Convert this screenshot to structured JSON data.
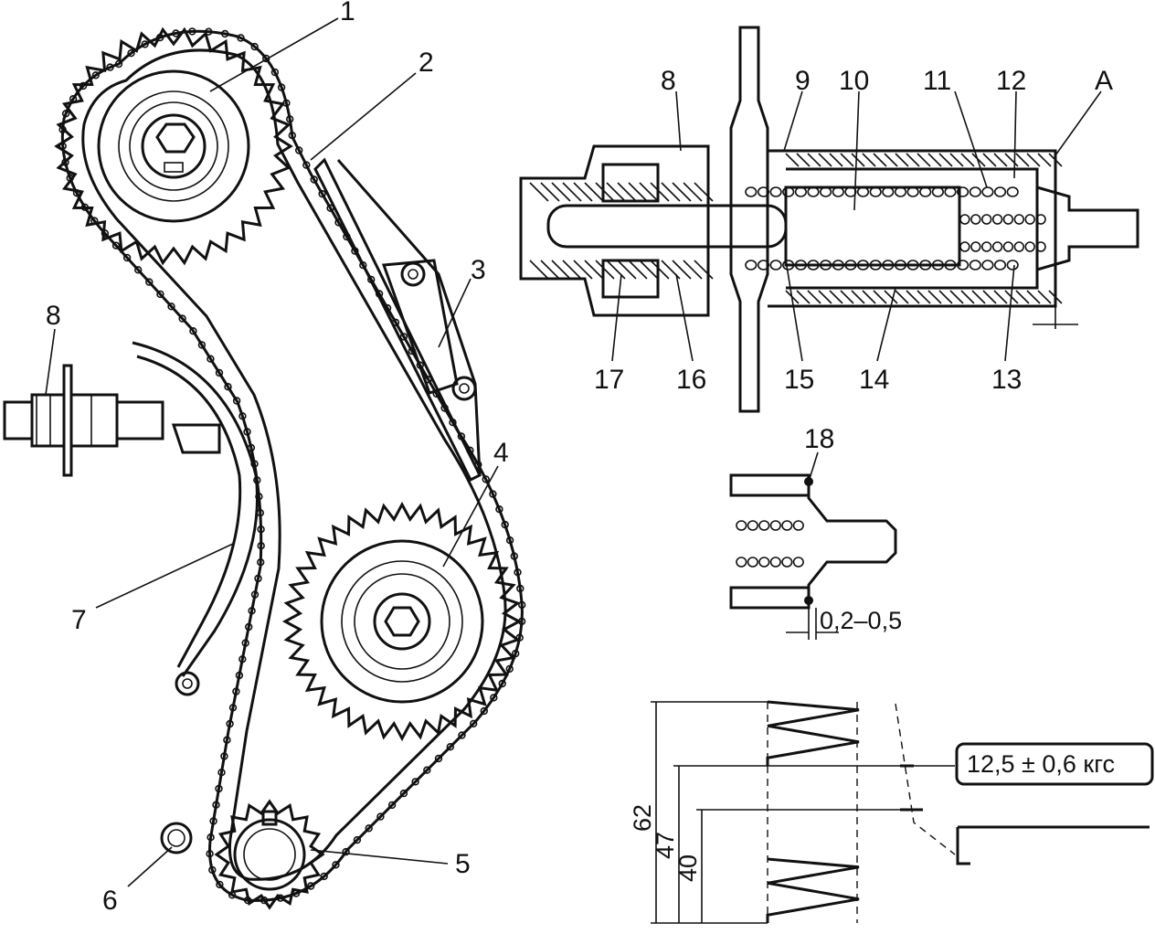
{
  "callouts": {
    "n1": "1",
    "n2": "2",
    "n3": "3",
    "n4": "4",
    "n5": "5",
    "n6": "6",
    "n7": "7",
    "n8_left": "8",
    "n8_right": "8",
    "n9": "9",
    "n10": "10",
    "n11": "11",
    "n12": "12",
    "nA": "А",
    "n13": "13",
    "n14": "14",
    "n15": "15",
    "n16": "16",
    "n17": "17",
    "n18": "18"
  },
  "gap_label": "0,2–0,5",
  "spring_test": {
    "dims": [
      "62",
      "47",
      "40"
    ],
    "force_label": "12,5 ± 0,6 кгс"
  }
}
